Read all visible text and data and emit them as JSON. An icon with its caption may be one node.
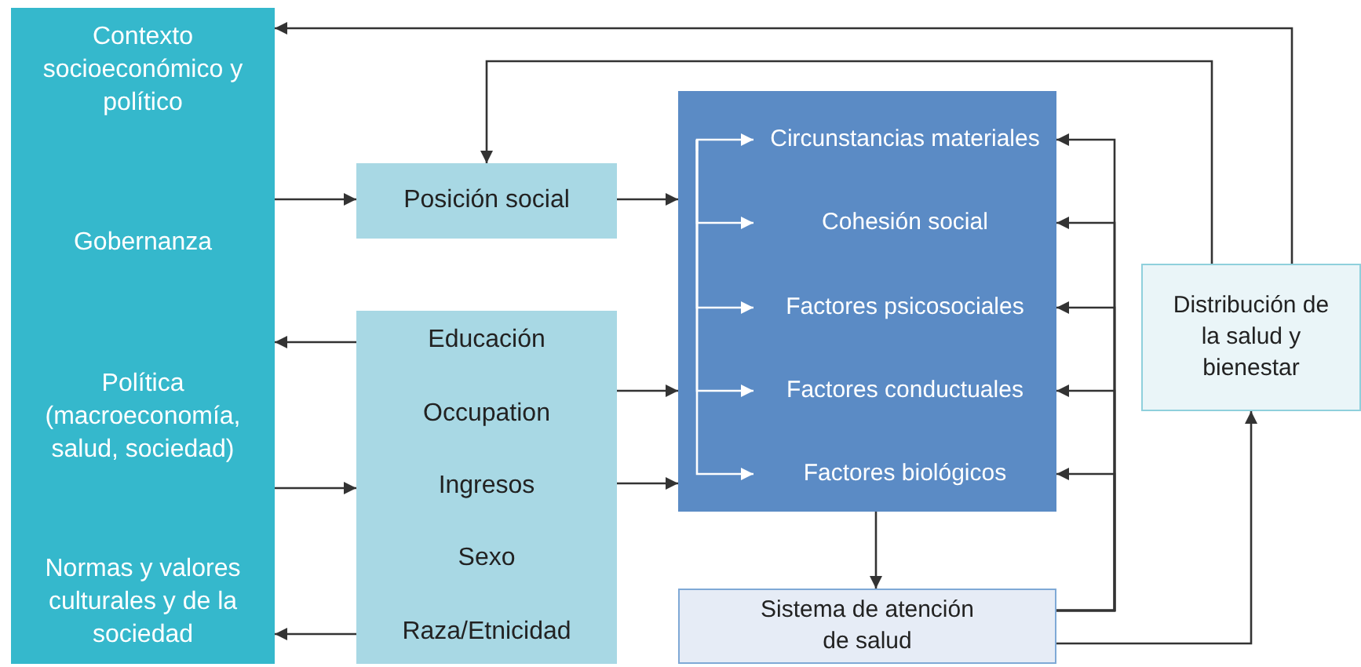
{
  "diagram": {
    "nodes": [
      {
        "text": [
          "Contexto socioeconómico y político",
          "Gobernanza",
          "Política (macroeconomía, salud, sociedad)",
          "Normas y valores culturales y de la sociedad"
        ]
      },
      {
        "text": [
          "Posición social"
        ]
      },
      {
        "text": [
          "Educación",
          "Occupation",
          "Ingresos",
          "Sexo",
          "Raza/Etnicidad"
        ]
      },
      {
        "text": [],
        "shape": "box"
      },
      {
        "text": [
          "Circunstancias materiales"
        ],
        "in": 3
      },
      {
        "text": [
          "Cohesión social"
        ],
        "in": 3
      },
      {
        "text": [
          "Factores psicosociales"
        ],
        "in": 3
      },
      {
        "text": [
          "Factores conductuales"
        ],
        "in": 3
      },
      {
        "text": [
          "Factores biológicos"
        ],
        "in": 3
      },
      {
        "text": [
          "Sistema de atención de salud"
        ]
      },
      {
        "text": [
          "Distribución de la salud y bienestar"
        ]
      }
    ],
    "edges": [
      {
        "from": 0,
        "to": 1,
        "arrow": "to"
      },
      {
        "from": 1,
        "to": 3,
        "arrow": "to"
      },
      {
        "from": 2,
        "to": 0,
        "arrow": "to"
      },
      {
        "from": 0,
        "to": 2,
        "arrow": "to"
      },
      {
        "from": 2,
        "to": 0,
        "arrow": "to"
      },
      {
        "from": 2,
        "to": 3,
        "arrow": "to"
      },
      {
        "from": 2,
        "to": 3,
        "arrow": "to"
      },
      {
        "from": null,
        "to": 4,
        "arrow": "to",
        "color": "#ffffff"
      },
      {
        "from": null,
        "to": 5,
        "arrow": "to",
        "color": "#ffffff"
      },
      {
        "from": null,
        "to": 6,
        "arrow": "to",
        "color": "#ffffff"
      },
      {
        "from": null,
        "to": 7,
        "arrow": "to",
        "color": "#ffffff"
      },
      {
        "from": null,
        "to": 8,
        "arrow": "to",
        "color": "#ffffff"
      },
      {
        "from": 3,
        "to": 9,
        "arrow": "to"
      },
      {
        "from": 9,
        "to": 4,
        "arrow": "to"
      },
      {
        "from": 9,
        "to": 5,
        "arrow": "to"
      },
      {
        "from": 9,
        "to": 6,
        "arrow": "to"
      },
      {
        "from": 9,
        "to": 7,
        "arrow": "to"
      },
      {
        "from": 9,
        "to": 8,
        "arrow": "to"
      },
      {
        "from": 9,
        "to": 10,
        "arrow": "to"
      },
      {
        "from": 10,
        "to": 1,
        "arrow": "to"
      },
      {
        "from": 10,
        "to": 0,
        "arrow": "to"
      }
    ]
  }
}
